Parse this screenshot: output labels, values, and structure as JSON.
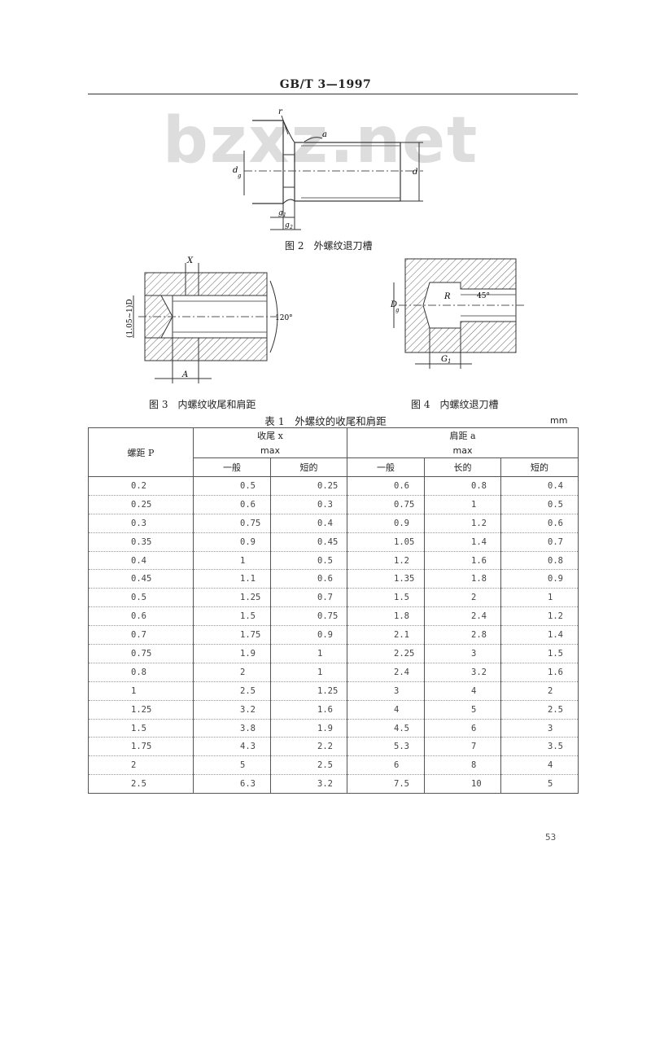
{
  "header": {
    "standard": "GB/T 3—1997"
  },
  "watermark": "bzxz.net",
  "figures": {
    "fig2": {
      "caption": "图 2　外螺纹退刀槽",
      "labels": {
        "r": "r",
        "a": "a",
        "dg": "d",
        "dg_sub": "g",
        "d": "d",
        "g1": "g",
        "g1_sub": "1",
        "g2": "g",
        "g2_sub": "2"
      }
    },
    "fig3": {
      "caption": "图 3　内螺纹收尾和肩距",
      "labels": {
        "x": "X",
        "dim": "(1.05~1)D",
        "angle": "120°",
        "a": "A"
      }
    },
    "fig4": {
      "caption": "图 4　内螺纹退刀槽",
      "labels": {
        "dg": "D",
        "dg_sub": "g",
        "r": "R",
        "angle": "45°",
        "g1": "G",
        "g1_sub": "1"
      }
    }
  },
  "table": {
    "title": "表 1　外螺纹的收尾和肩距",
    "unit": "mm",
    "headers": {
      "pitch": "螺距 P",
      "tail": "收尾 x",
      "tail_max": "max",
      "shoulder": "肩距 a",
      "shoulder_max": "max",
      "general1": "一般",
      "short1": "短的",
      "general2": "一般",
      "long2": "长的",
      "short2": "短的"
    },
    "rows": [
      [
        "0.2",
        "0.5",
        "0.25",
        "0.6",
        "0.8",
        "0.4"
      ],
      [
        "0.25",
        "0.6",
        "0.3",
        "0.75",
        "1",
        "0.5"
      ],
      [
        "0.3",
        "0.75",
        "0.4",
        "0.9",
        "1.2",
        "0.6"
      ],
      [
        "0.35",
        "0.9",
        "0.45",
        "1.05",
        "1.4",
        "0.7"
      ],
      [
        "0.4",
        "1",
        "0.5",
        "1.2",
        "1.6",
        "0.8"
      ],
      [
        "0.45",
        "1.1",
        "0.6",
        "1.35",
        "1.8",
        "0.9"
      ],
      [
        "0.5",
        "1.25",
        "0.7",
        "1.5",
        "2",
        "1"
      ],
      [
        "0.6",
        "1.5",
        "0.75",
        "1.8",
        "2.4",
        "1.2"
      ],
      [
        "0.7",
        "1.75",
        "0.9",
        "2.1",
        "2.8",
        "1.4"
      ],
      [
        "0.75",
        "1.9",
        "1",
        "2.25",
        "3",
        "1.5"
      ],
      [
        "0.8",
        "2",
        "1",
        "2.4",
        "3.2",
        "1.6"
      ],
      [
        "1",
        "2.5",
        "1.25",
        "3",
        "4",
        "2"
      ],
      [
        "1.25",
        "3.2",
        "1.6",
        "4",
        "5",
        "2.5"
      ],
      [
        "1.5",
        "3.8",
        "1.9",
        "4.5",
        "6",
        "3"
      ],
      [
        "1.75",
        "4.3",
        "2.2",
        "5.3",
        "7",
        "3.5"
      ],
      [
        "2",
        "5",
        "2.5",
        "6",
        "8",
        "4"
      ],
      [
        "2.5",
        "6.3",
        "3.2",
        "7.5",
        "10",
        "5"
      ]
    ]
  },
  "page_number": "53"
}
